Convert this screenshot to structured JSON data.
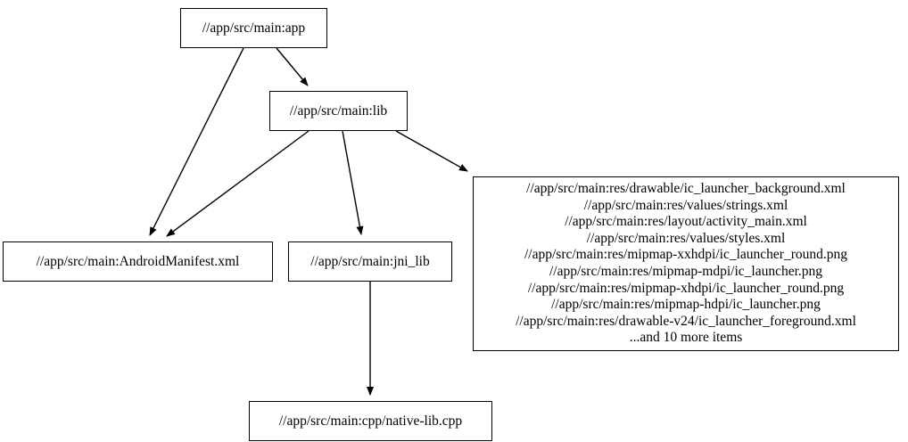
{
  "graph": {
    "type": "directed-dependency-graph",
    "nodes": [
      {
        "id": "app",
        "label": "//app/src/main:app"
      },
      {
        "id": "lib",
        "label": "//app/src/main:lib"
      },
      {
        "id": "manifest",
        "label": "//app/src/main:AndroidManifest.xml"
      },
      {
        "id": "jni_lib",
        "label": "//app/src/main:jni_lib"
      },
      {
        "id": "cpp",
        "label": "//app/src/main:cpp/native-lib.cpp"
      },
      {
        "id": "resources",
        "label": "//app/src/main:res/drawable/ic_launcher_background.xml\n//app/src/main:res/values/strings.xml\n//app/src/main:res/layout/activity_main.xml\n//app/src/main:res/values/styles.xml\n//app/src/main:res/mipmap-xxhdpi/ic_launcher_round.png\n//app/src/main:res/mipmap-mdpi/ic_launcher.png\n//app/src/main:res/mipmap-xhdpi/ic_launcher_round.png\n//app/src/main:res/mipmap-hdpi/ic_launcher.png\n//app/src/main:res/drawable-v24/ic_launcher_foreground.xml\n...and 10 more items",
        "lines": [
          "//app/src/main:res/drawable/ic_launcher_background.xml",
          "//app/src/main:res/values/strings.xml",
          "//app/src/main:res/layout/activity_main.xml",
          "//app/src/main:res/values/styles.xml",
          "//app/src/main:res/mipmap-xxhdpi/ic_launcher_round.png",
          "//app/src/main:res/mipmap-mdpi/ic_launcher.png",
          "//app/src/main:res/mipmap-xhdpi/ic_launcher_round.png",
          "//app/src/main:res/mipmap-hdpi/ic_launcher.png",
          "//app/src/main:res/drawable-v24/ic_launcher_foreground.xml",
          "...and 10 more items"
        ]
      }
    ],
    "edges": [
      {
        "from": "app",
        "to": "lib"
      },
      {
        "from": "app",
        "to": "manifest"
      },
      {
        "from": "lib",
        "to": "manifest"
      },
      {
        "from": "lib",
        "to": "jni_lib"
      },
      {
        "from": "lib",
        "to": "resources"
      },
      {
        "from": "jni_lib",
        "to": "cpp"
      }
    ],
    "colors": {
      "background": "#ffffff",
      "node_fill": "#ffffff",
      "node_stroke": "#000000",
      "edge_stroke": "#000000",
      "text": "#000000"
    }
  }
}
